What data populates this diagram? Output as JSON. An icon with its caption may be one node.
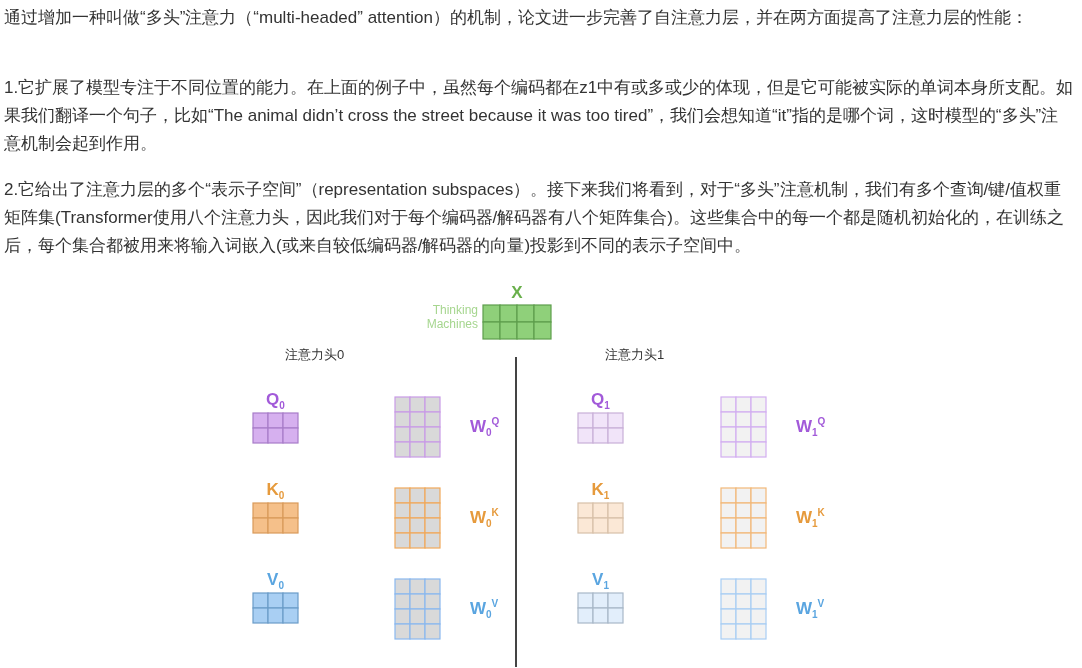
{
  "diagram": {
    "nodes": [
      {
        "text": [
          "X",
          "Thinking Machines"
        ]
      },
      {
        "text": [
          "Q$_{0}$"
        ]
      },
      {
        "text": [
          "W$_{0}$$^{Q}$"
        ]
      },
      {
        "text": [
          "K$_{0}$"
        ]
      },
      {
        "text": [
          "W$_{0}$$^{K}$"
        ]
      },
      {
        "text": [
          "V$_{0}$"
        ]
      },
      {
        "text": [
          "W$_{0}$$^{V}$"
        ]
      },
      {
        "text": [
          "Q$_{1}$"
        ]
      },
      {
        "text": [
          "W$_{1}$$^{Q}$"
        ]
      },
      {
        "text": [
          "K$_{1}$"
        ]
      },
      {
        "text": [
          "W$_{1}$$^{K}$"
        ]
      },
      {
        "text": [
          "V$_{1}$"
        ]
      },
      {
        "text": [
          "W$_{1}$$^{V}$"
        ]
      }
    ],
    "labels": [
      "通过增加一种叫做“多头”注意力（“multi-headed” attention）的机制，论文进一步完善了自注意力层，并在两方面提高了注意力层的性能：",
      "1.它扩展了模型专注于不同位置的能力。在上面的例子中，虽然每个编码都在z1中有或多或少的体现，但是它可能被实际的单词本身所支配。如果我们翻译一个句子，比如“The animal didn’t cross the street because it was too tired”，我们会想知道“it”指的是哪个词，这时模型的“多头”注意机制会起到作用。",
      "2.它给出了注意力层的多个“表示子空间”（representation subspaces）。接下来我们将看到，对于“多头”注意机制，我们有多个查询/键/值权重矩阵集(Transformer使用八个注意力头，因此我们对于每个编码器/解码器有八个矩阵集合)。这些集合中的每一个都是随机初始化的，在训练之后，每个集合都被用来将输入词嵌入(或来自较低编码器/解码器的向量)投影到不同的表示子空间中。",
      "注意力头0",
      "注意力头1"
    ]
  }
}
